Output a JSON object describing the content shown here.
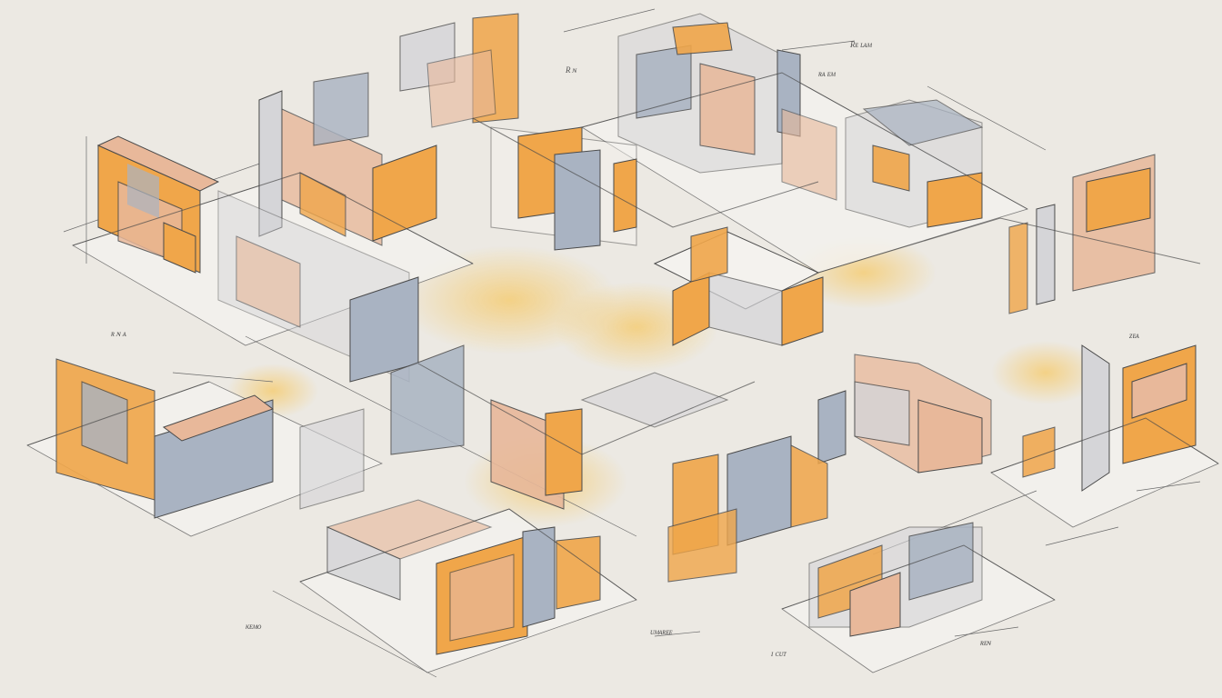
{
  "image": {
    "subject": "isometric architectural sketch of modular rooms",
    "palette": {
      "background": "#ece9e3",
      "orange": "#f0a64a",
      "peach": "#e8b89a",
      "grey_blue": "#a9b3c2",
      "light_grey": "#d5d5d8",
      "line": "#4a4a4a"
    }
  },
  "annotations": [
    {
      "id": "note-1",
      "text": "Rᴇ ʟᴀᴍ"
    },
    {
      "id": "note-2",
      "text": "R ɴ"
    },
    {
      "id": "note-3",
      "text": "ʀᴀ ᴇᴍ"
    },
    {
      "id": "note-4",
      "text": "ʀ ɴ ᴀ"
    },
    {
      "id": "note-5",
      "text": "ᴢᴇᴀ"
    },
    {
      "id": "note-6",
      "text": "ᴋᴇᴍᴏ"
    },
    {
      "id": "note-7",
      "text": "ᴜᴍᴀʀᴇᴇ"
    },
    {
      "id": "note-8",
      "text": "ʀᴇɴ"
    },
    {
      "id": "note-9",
      "text": "ɪ ᴄᴜᴛ"
    }
  ]
}
